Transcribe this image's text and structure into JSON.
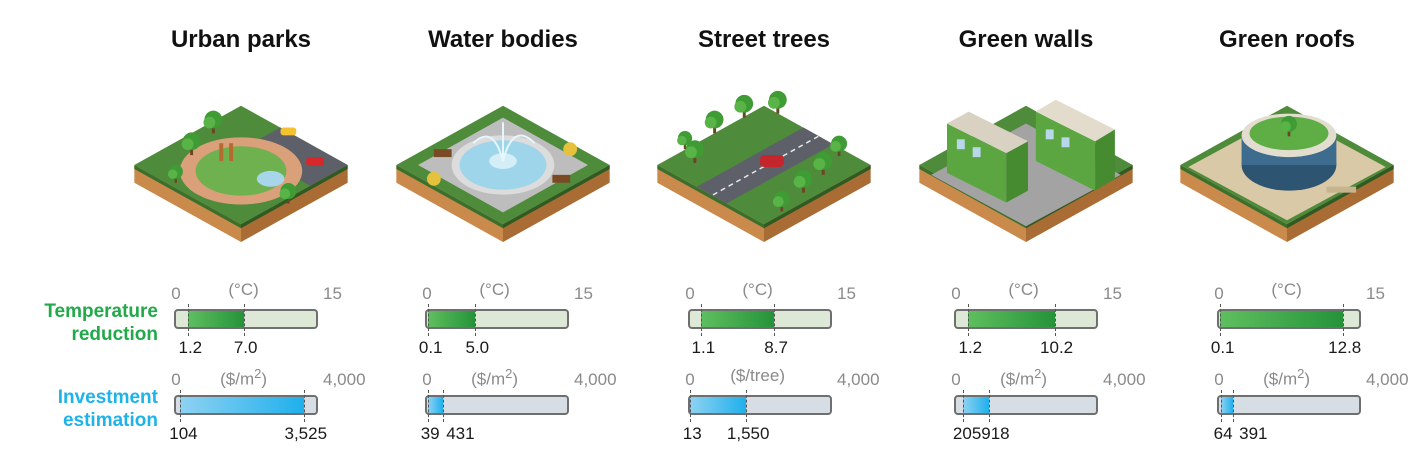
{
  "row_labels": {
    "temperature": "Temperature reduction",
    "investment": "Investment estimation"
  },
  "colors": {
    "temperature_label": "#22a94a",
    "investment_label": "#1fb3e8",
    "temperature_fill": "#2e9e3e",
    "investment_fill": "#1fb0ec"
  },
  "columns": [
    {
      "title": "Urban parks",
      "scene_icon": "urban-park-illustration",
      "temperature": {
        "min_label": "0",
        "max_label": "15",
        "unit": "(°C)",
        "min": 0,
        "max": 15,
        "low": 1.2,
        "high": 7.0,
        "low_label": "1.2",
        "high_label": "7.0"
      },
      "investment": {
        "min_label": "0",
        "max_label": "4,000",
        "unit": "($/m2)",
        "min": 0,
        "max": 4000,
        "low": 104,
        "high": 3525,
        "low_label": "104",
        "high_label": "3,525"
      }
    },
    {
      "title": "Water bodies",
      "scene_icon": "fountain-plaza-illustration",
      "temperature": {
        "min_label": "0",
        "max_label": "15",
        "unit": "(°C)",
        "min": 0,
        "max": 15,
        "low": 0.1,
        "high": 5.0,
        "low_label": "0.1",
        "high_label": "5.0"
      },
      "investment": {
        "min_label": "0",
        "max_label": "4,000",
        "unit": "($/m2)",
        "min": 0,
        "max": 4000,
        "low": 39,
        "high": 431,
        "low_label": "39",
        "high_label": "431"
      }
    },
    {
      "title": "Street trees",
      "scene_icon": "street-trees-illustration",
      "temperature": {
        "min_label": "0",
        "max_label": "15",
        "unit": "(°C)",
        "min": 0,
        "max": 15,
        "low": 1.1,
        "high": 8.7,
        "low_label": "1.1",
        "high_label": "8.7"
      },
      "investment": {
        "min_label": "0",
        "max_label": "4,000",
        "unit": "($/tree)",
        "min": 0,
        "max": 4000,
        "low": 13,
        "high": 1550,
        "low_label": "13",
        "high_label": "1,550"
      }
    },
    {
      "title": "Green walls",
      "scene_icon": "green-walls-illustration",
      "temperature": {
        "min_label": "0",
        "max_label": "15",
        "unit": "(°C)",
        "min": 0,
        "max": 15,
        "low": 1.2,
        "high": 10.2,
        "low_label": "1.2",
        "high_label": "10.2"
      },
      "investment": {
        "min_label": "0",
        "max_label": "4,000",
        "unit": "($/m2)",
        "min": 0,
        "max": 4000,
        "low": 205,
        "high": 918,
        "low_label": "205",
        "high_label": "918"
      }
    },
    {
      "title": "Green roofs",
      "scene_icon": "green-roof-illustration",
      "temperature": {
        "min_label": "0",
        "max_label": "15",
        "unit": "(°C)",
        "min": 0,
        "max": 15,
        "low": 0.1,
        "high": 12.8,
        "low_label": "0.1",
        "high_label": "12.8"
      },
      "investment": {
        "min_label": "0",
        "max_label": "4,000",
        "unit": "($/m2)",
        "min": 0,
        "max": 4000,
        "low": 64,
        "high": 391,
        "low_label": "64",
        "high_label": "391"
      }
    }
  ]
}
